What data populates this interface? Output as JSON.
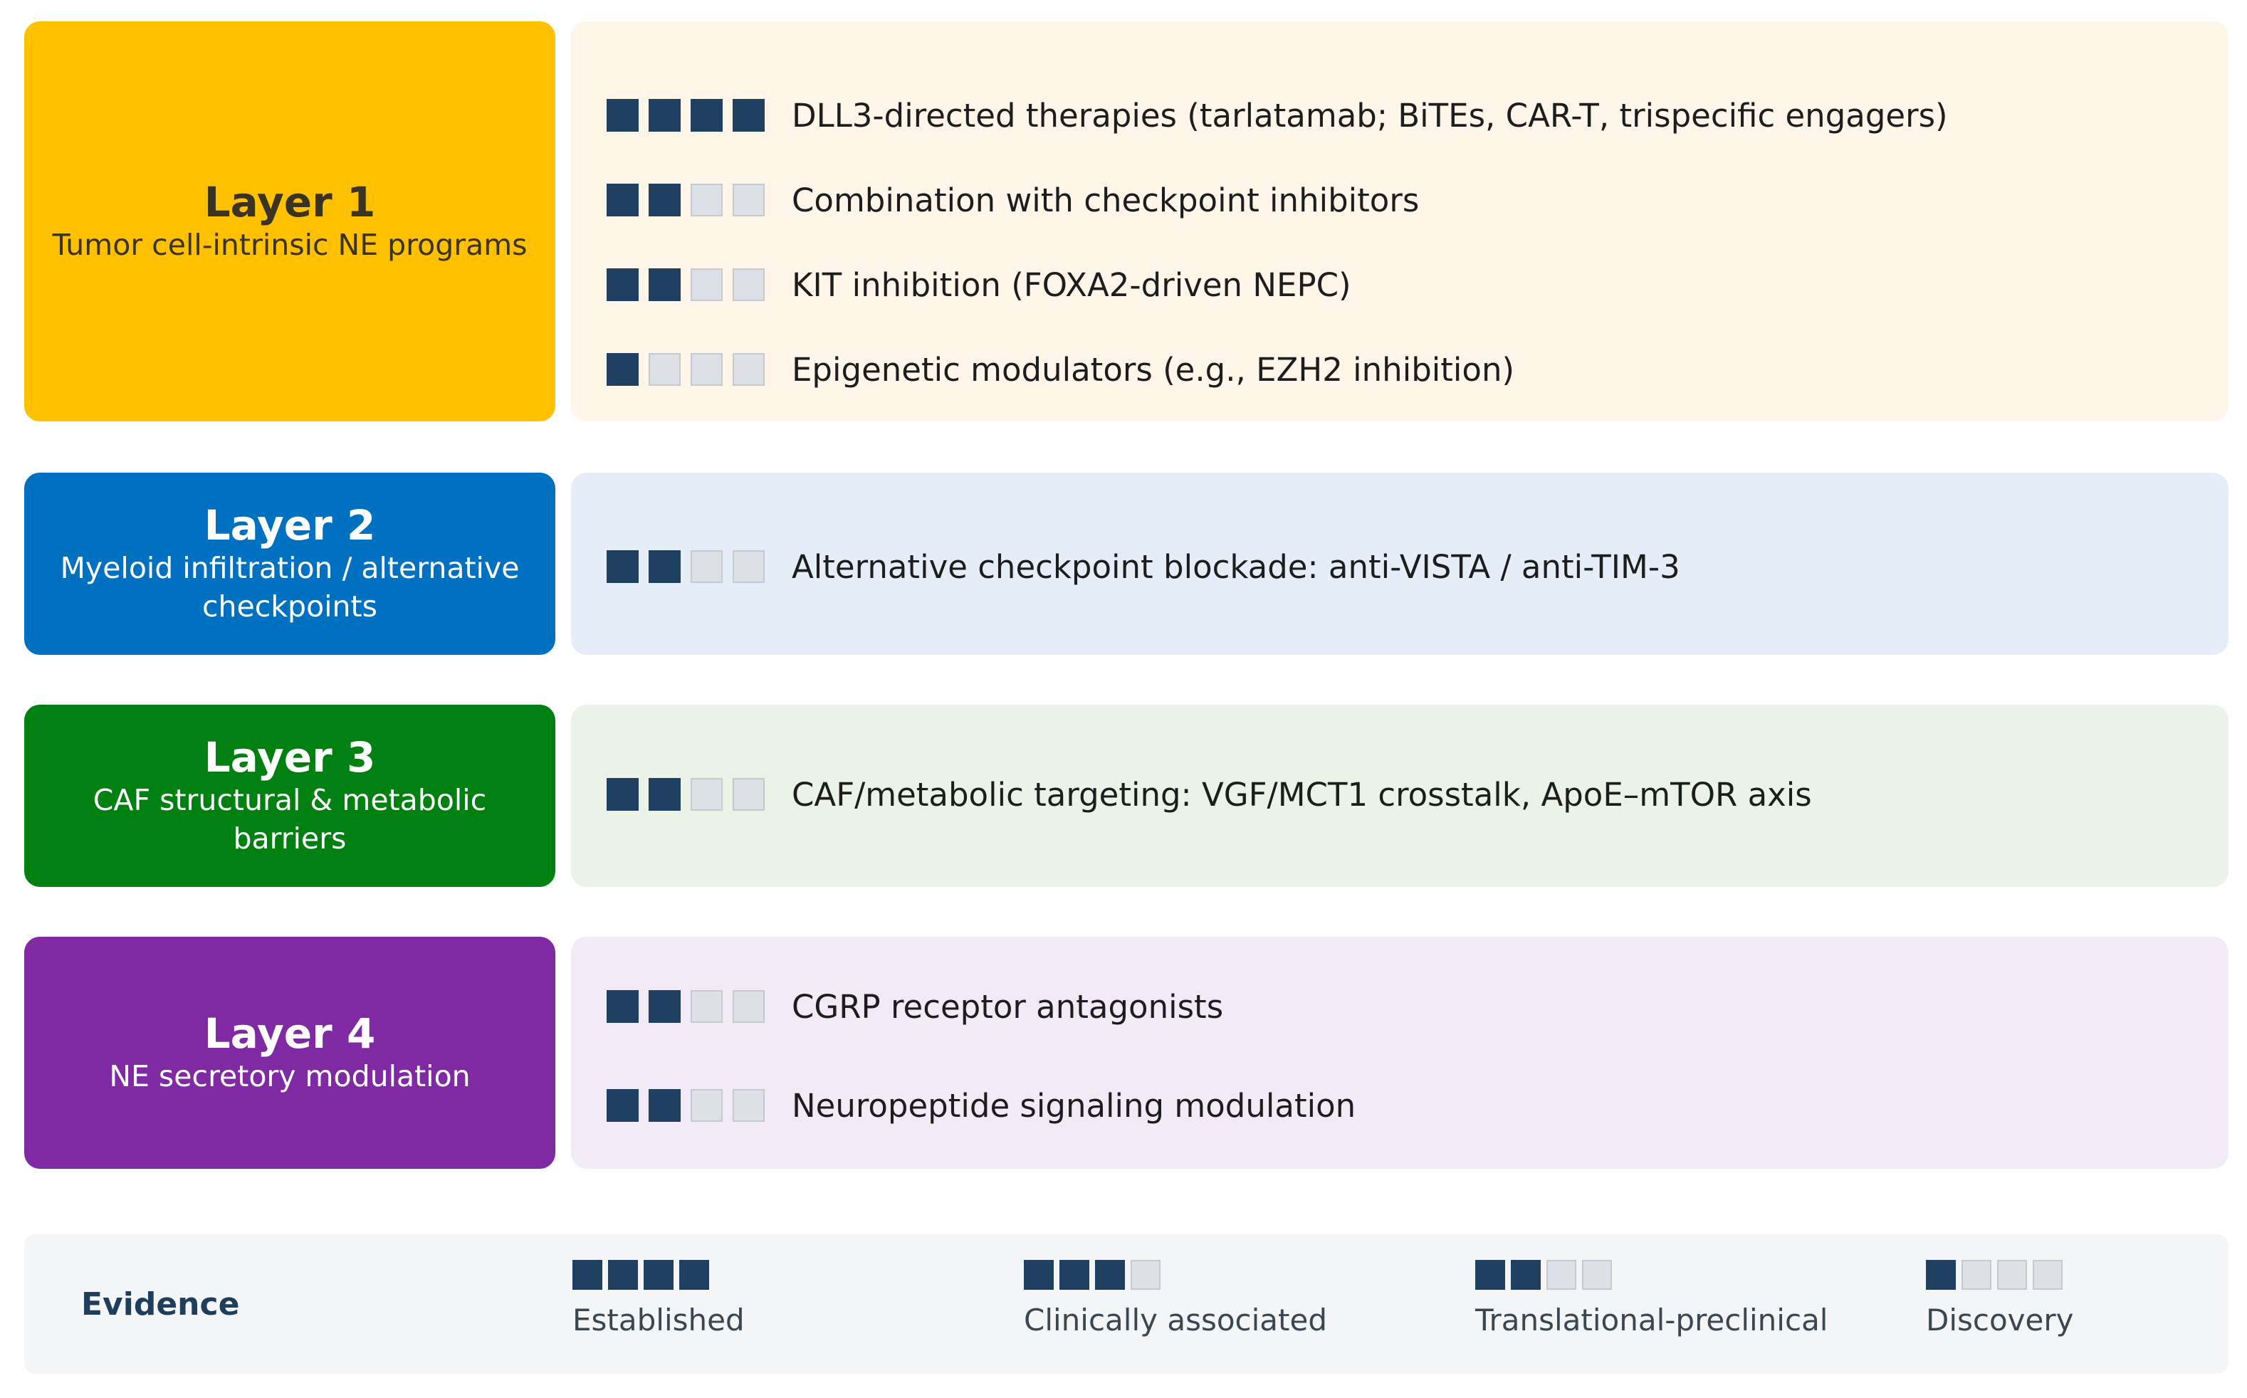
{
  "layers": [
    {
      "title": "Layer 1",
      "subtitle": "Tumor cell-intrinsic NE programs",
      "color": "#FFC000",
      "text_color": "#3b3322",
      "panel_color": "#FFF5E8",
      "therapies": [
        {
          "label": "DLL3-directed therapies (tarlatamab; BiTEs, CAR-T, trispecific engagers)",
          "evidence_level": 4
        },
        {
          "label": "Combination with checkpoint inhibitors",
          "evidence_level": 2
        },
        {
          "label": "KIT inhibition (FOXA2-driven NEPC)",
          "evidence_level": 2
        },
        {
          "label": "Epigenetic modulators (e.g., EZH2 inhibition)",
          "evidence_level": 1
        }
      ]
    },
    {
      "title": "Layer 2",
      "subtitle": "Myeloid infiltration / alternative checkpoints",
      "color": "#0070C0",
      "text_color": "#ffffff",
      "panel_color": "#E5EEF8",
      "therapies": [
        {
          "label": "Alternative checkpoint blockade: anti-VISTA / anti-TIM-3",
          "evidence_level": 2
        }
      ]
    },
    {
      "title": "Layer 3",
      "subtitle": "CAF structural & metabolic barriers",
      "color": "#008010",
      "text_color": "#ffffff",
      "panel_color": "#EBF3E9",
      "therapies": [
        {
          "label": "CAF/metabolic targeting: VGF/MCT1 crosstalk, ApoE–mTOR axis",
          "evidence_level": 2
        }
      ]
    },
    {
      "title": "Layer 4",
      "subtitle": "NE secretory modulation",
      "color": "#7F2AA3",
      "text_color": "#ffffff",
      "panel_color": "#F3EAF8",
      "therapies": [
        {
          "label": "CGRP receptor antagonists",
          "evidence_level": 2
        },
        {
          "label": "Neuropeptide signaling modulation",
          "evidence_level": 2
        }
      ]
    }
  ],
  "legend": {
    "title": "Evidence",
    "items": [
      {
        "label": "Established",
        "evidence_level": 4
      },
      {
        "label": "Clinically associated",
        "evidence_level": 3
      },
      {
        "label": "Translational-preclinical",
        "evidence_level": 2
      },
      {
        "label": "Discovery",
        "evidence_level": 1
      }
    ]
  },
  "evidence_scale_max": 4,
  "colors": {
    "square_filled": "#1f4060",
    "square_empty": "#dde1e5",
    "legend_background": "#f3f5f7",
    "legend_title": "#1f3e5c"
  }
}
